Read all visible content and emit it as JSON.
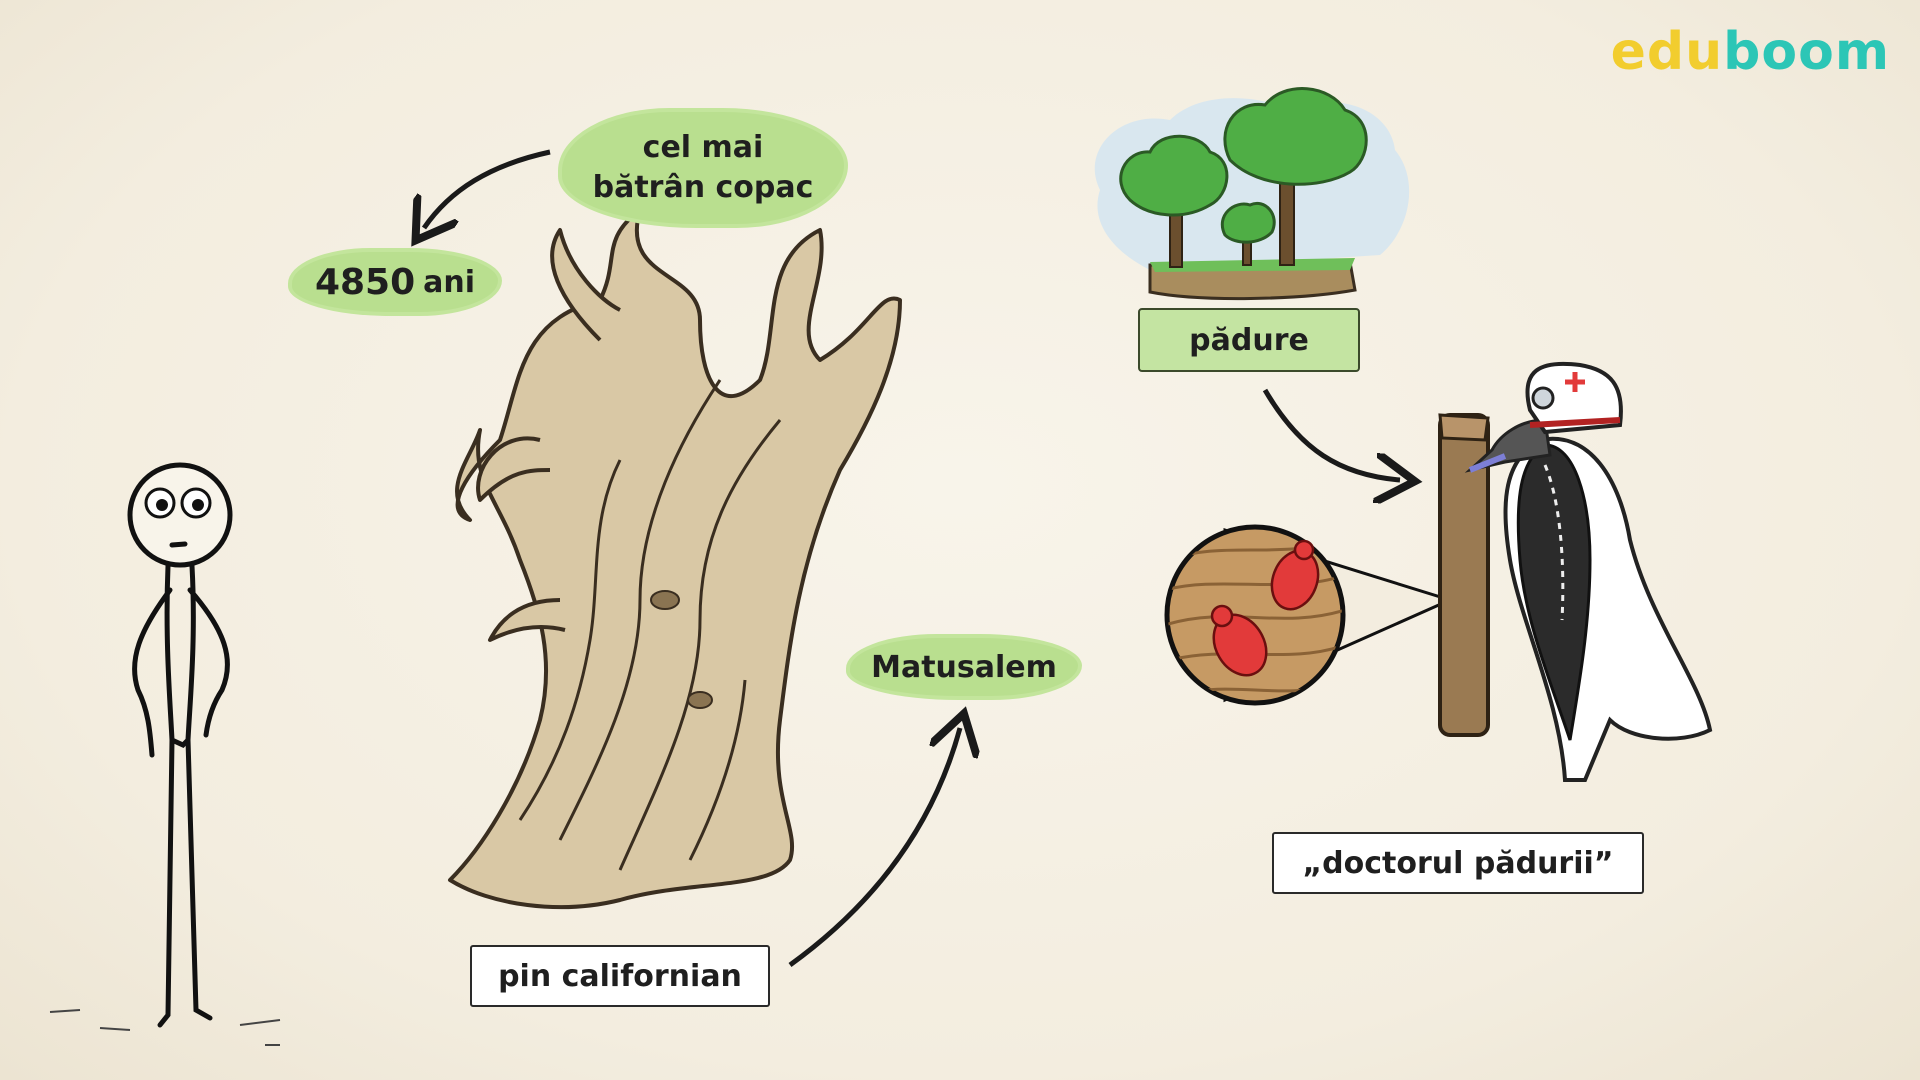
{
  "brand": {
    "part1": "edu",
    "part2": "boom"
  },
  "labels": {
    "oldest_tree_line1": "cel mai",
    "oldest_tree_line2": "bătrân copac",
    "age_number": "4850",
    "age_unit": "ani",
    "tree_species": "pin californian",
    "tree_name": "Matusalem",
    "forest": "pădure",
    "woodpecker_nickname": "„doctorul pădurii”"
  },
  "colors": {
    "brand_yellow": "#f2cd2e",
    "brand_teal": "#2cc6b6",
    "label_green": "#b9df8f",
    "trunk": "#d9c8a5",
    "beetle_red": "#e23a3a"
  }
}
